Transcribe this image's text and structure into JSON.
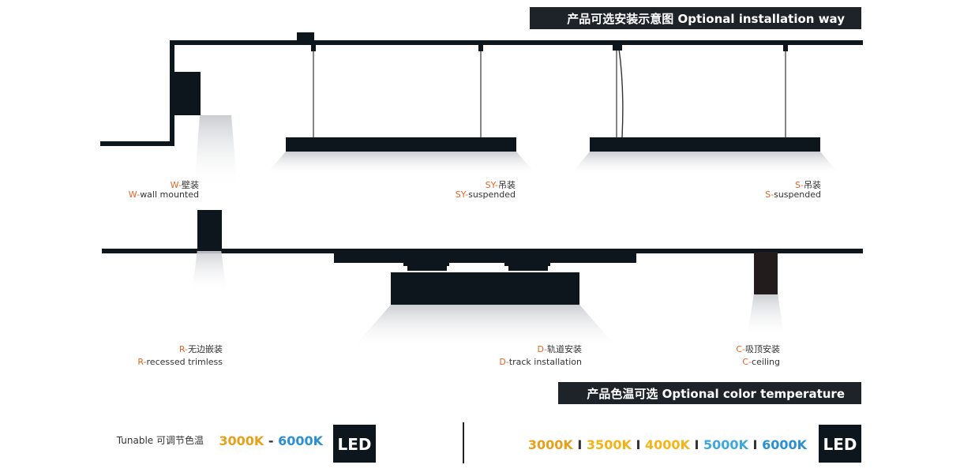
{
  "section_install": {
    "title": "产品可选安装示意图 Optional installation way"
  },
  "section_color": {
    "title": "产品色温可选 Optional color temperature"
  },
  "installs": {
    "wall": {
      "cn_code": "W-",
      "cn": "壁装",
      "en_code": "W-",
      "en": "wall mounted"
    },
    "sy": {
      "cn_code": "SY-",
      "cn": "吊装",
      "en_code": "SY-",
      "en": "suspended"
    },
    "s": {
      "cn_code": "S-",
      "cn": "吊装",
      "en_code": "S-",
      "en": "suspended"
    },
    "recessed": {
      "cn_code": "R-",
      "cn": "无边嵌装",
      "en_code": "R-",
      "en": "recessed trimless"
    },
    "track": {
      "cn_code": "D-",
      "cn": "轨道安装",
      "en_code": "D-",
      "en": "track installation"
    },
    "ceiling": {
      "cn_code": "C-",
      "cn": "吸顶安装",
      "en_code": "C-",
      "en": "ceiling"
    }
  },
  "led_badge": "LED",
  "temps_fixed": {
    "t1": "3000K",
    "t2": "3500K",
    "t3": "4000K",
    "t4": "5000K",
    "t5": "6000K",
    "sep": "I"
  },
  "temps_tunable": {
    "low": "3000K",
    "dash": "-",
    "high": "6000K",
    "label": "Tunable 可调节色温"
  },
  "colors": {
    "dark": "#0d161c",
    "code_orange": "#e2662a",
    "t3000": "#e7a01c",
    "t3500": "#f2b319",
    "t4000": "#f5b51a",
    "t5000": "#3fa7de",
    "t6000": "#2b8fd3"
  }
}
